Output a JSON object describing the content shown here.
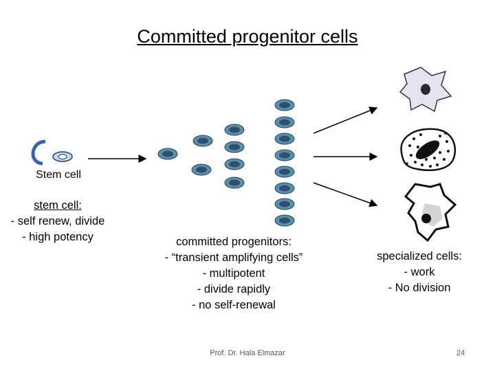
{
  "title": "Committed progenitor cells",
  "stem_cell_label": "Stem cell",
  "stem_block": {
    "heading": "stem cell:",
    "lines": [
      "- self renew, divide",
      "- high potency"
    ]
  },
  "progenitor_block": {
    "heading": "committed progenitors:",
    "lines": [
      "- “transient amplifying cells”",
      "- multipotent",
      "- divide rapidly",
      "- no self-renewal"
    ]
  },
  "specialized_block": {
    "heading": "specialized cells:",
    "lines": [
      "- work",
      "- No division"
    ]
  },
  "footer": "Prof. Dr. Hala Elmazar",
  "page_number": "24",
  "colors": {
    "progenitor_fill": "#5f8fa0",
    "progenitor_nucleus": "#2d4f75",
    "stem_fill": "#c9d8ea"
  }
}
